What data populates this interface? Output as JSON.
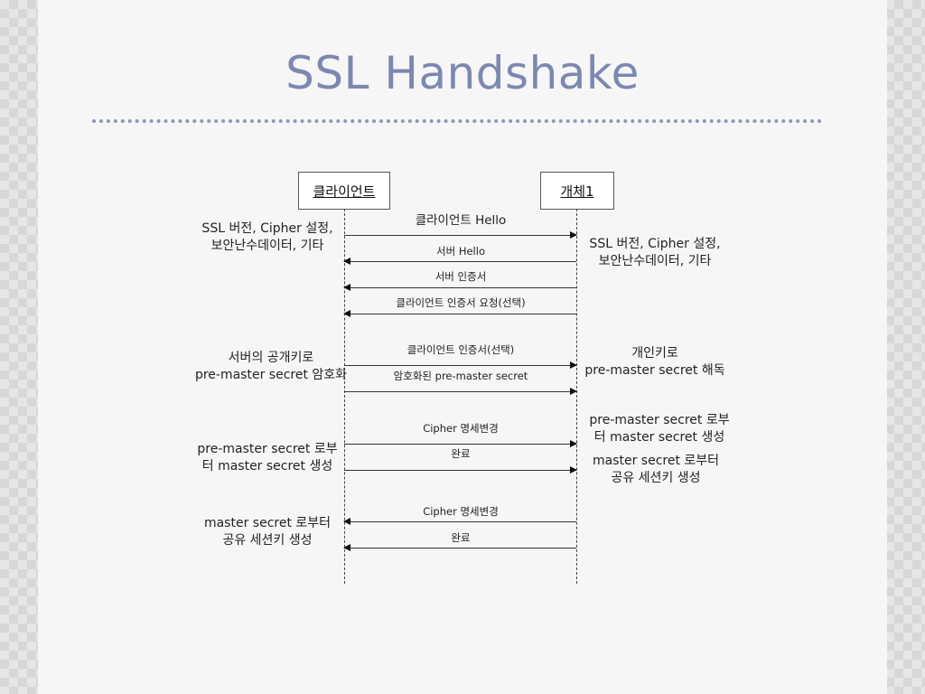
{
  "title": "SSL Handshake",
  "actors": {
    "client": "클라이언트",
    "server": "개체1"
  },
  "messages": [
    "클라이언트 Hello",
    "서버 Hello",
    "서버 인증서",
    "클라이언트 인증서 요청(선택)",
    "클라이언트 인증서(선택)",
    "암호화된 pre-master secret",
    "Cipher 명세변경",
    "완료",
    "Cipher 명세변경",
    "완료"
  ],
  "client_notes": [
    [
      "SSL 버전, Cipher 설정,",
      "보안난수데이터, 기타"
    ],
    [
      "서버의 공개키로",
      "pre-master secret 암호화"
    ],
    [
      "pre-master secret 로부",
      "터 master secret 생성"
    ],
    [
      "master secret 로부터",
      "공유 세션키 생성"
    ]
  ],
  "server_notes": [
    [
      "SSL 버전, Cipher 설정,",
      "보안난수데이터, 기타"
    ],
    [
      "개인키로",
      "pre-master secret 해독"
    ],
    [
      "pre-master secret 로부",
      "터 master secret 생성"
    ],
    [
      "master secret 로부터",
      "공유 세션키 생성"
    ]
  ]
}
